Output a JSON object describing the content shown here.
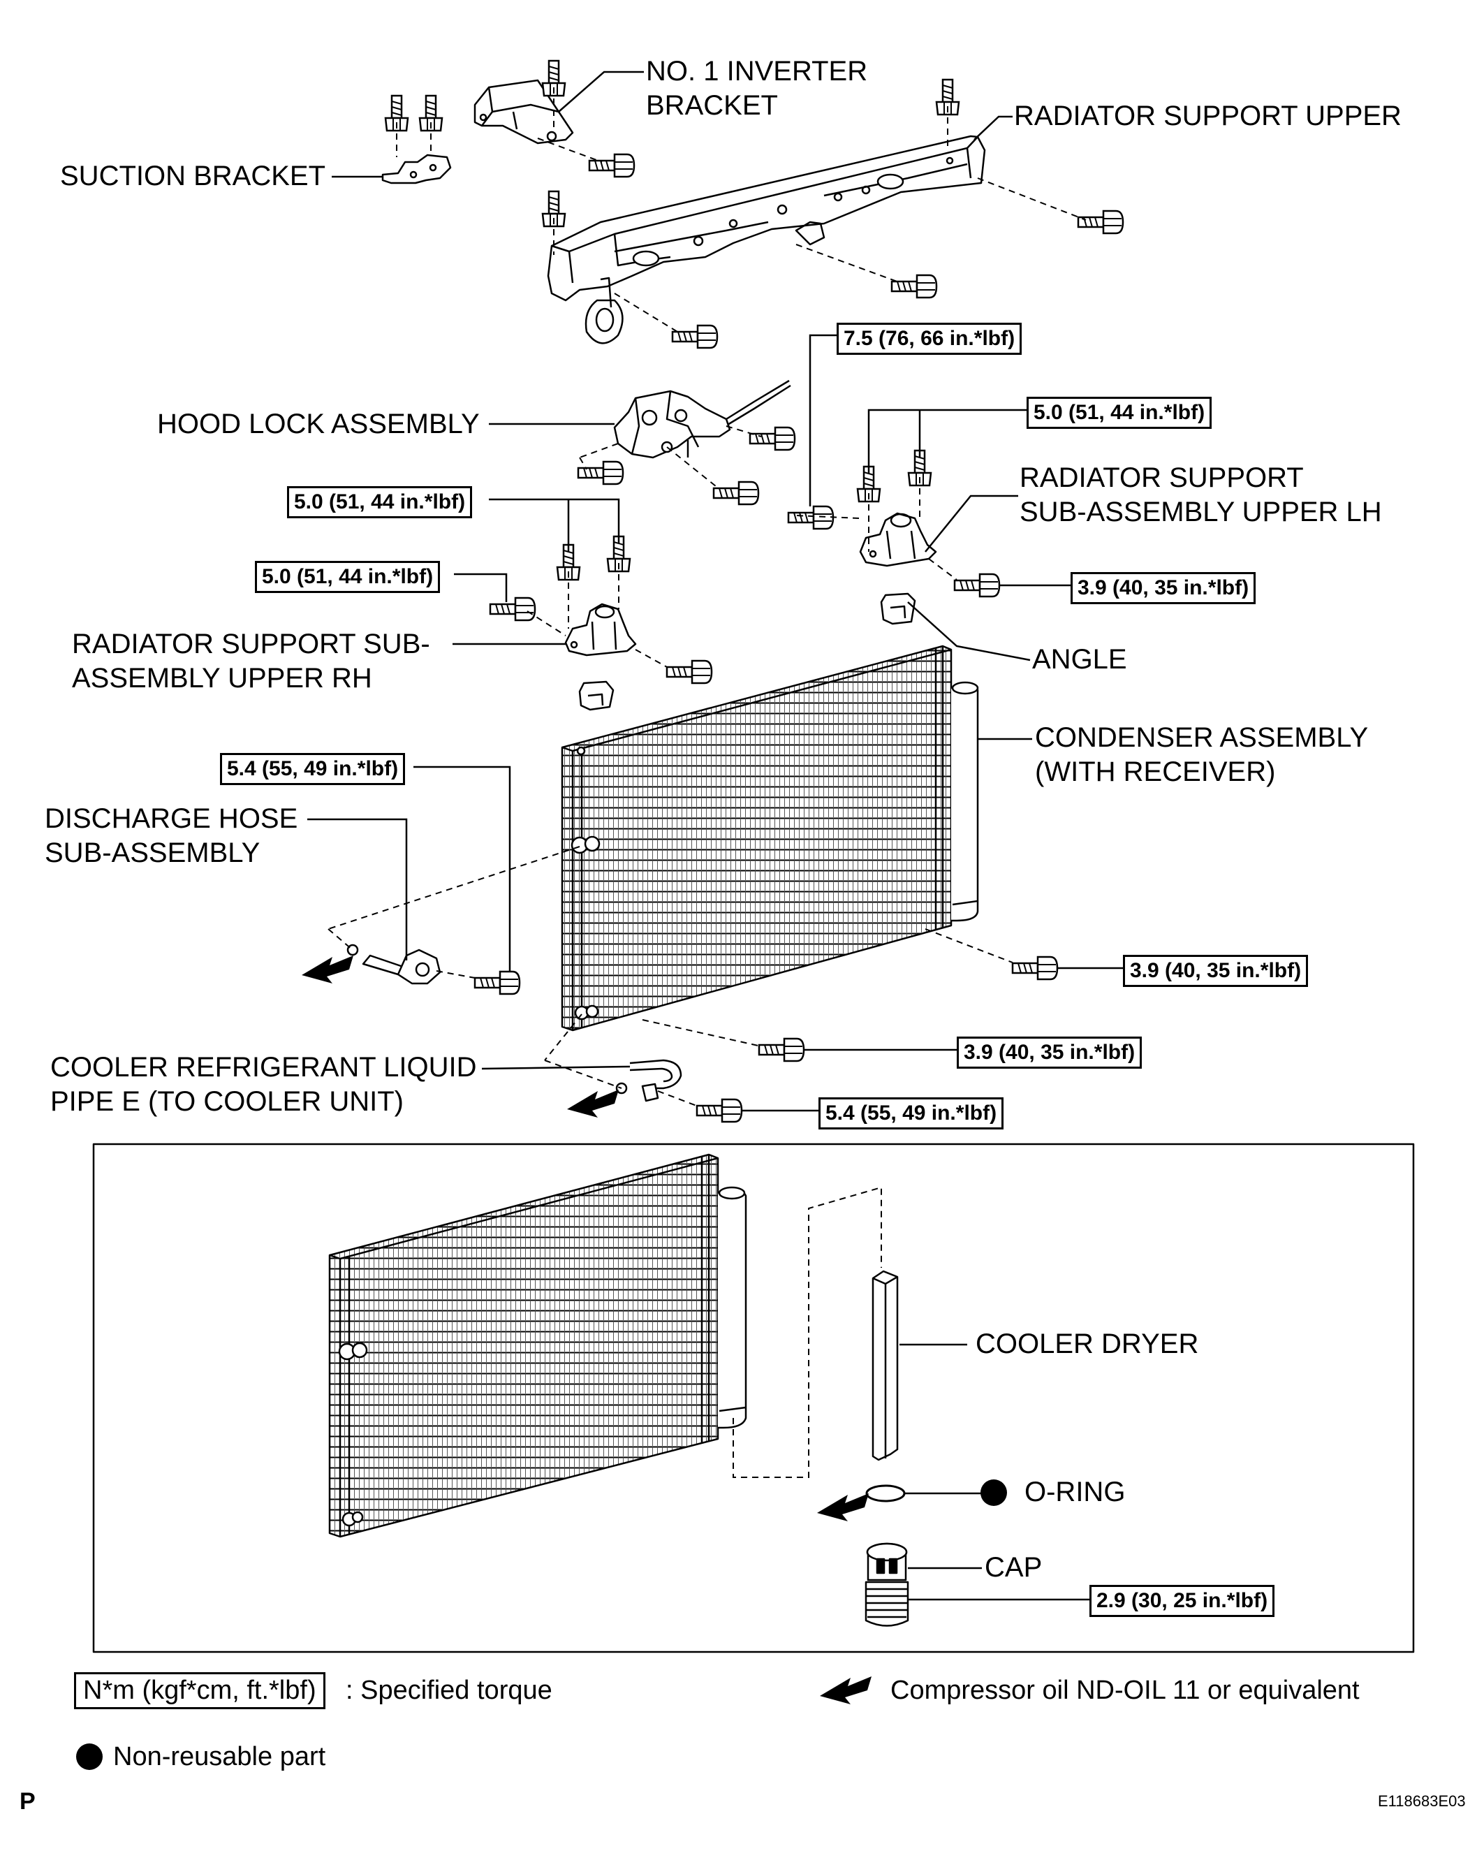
{
  "labels": {
    "no1_inverter_bracket": [
      "NO. 1 INVERTER",
      "BRACKET"
    ],
    "radiator_support_upper": "RADIATOR SUPPORT UPPER",
    "suction_bracket": "SUCTION BRACKET",
    "hood_lock_assembly": "HOOD LOCK ASSEMBLY",
    "radiator_support_upper_lh": [
      "RADIATOR SUPPORT",
      "SUB-ASSEMBLY UPPER LH"
    ],
    "radiator_support_upper_rh": [
      "RADIATOR SUPPORT SUB-",
      "ASSEMBLY UPPER RH"
    ],
    "angle": "ANGLE",
    "condenser_assembly": [
      "CONDENSER ASSEMBLY",
      "(WITH RECEIVER)"
    ],
    "discharge_hose": [
      "DISCHARGE HOSE",
      "SUB-ASSEMBLY"
    ],
    "cooler_refrigerant_pipe": [
      "COOLER REFRIGERANT LIQUID",
      "PIPE E (TO COOLER UNIT)"
    ],
    "cooler_dryer": "COOLER DRYER",
    "o_ring": "O-RING",
    "cap": "CAP"
  },
  "torques": {
    "t_7_5": "7.5 (76, 66 in.*lbf)",
    "t_5_0_lh": "5.0 (51, 44 in.*lbf)",
    "t_5_0_rh_top": "5.0 (51, 44 in.*lbf)",
    "t_5_0_rh_side": "5.0 (51, 44 in.*lbf)",
    "t_3_9_lh": "3.9 (40, 35 in.*lbf)",
    "t_5_4_discharge": "5.4 (55, 49 in.*lbf)",
    "t_3_9_right": "3.9 (40, 35 in.*lbf)",
    "t_3_9_bottom": "3.9 (40, 35 in.*lbf)",
    "t_5_4_pipe": "5.4 (55, 49 in.*lbf)",
    "t_2_9_cap": "2.9 (30, 25 in.*lbf)"
  },
  "legend": {
    "torque_unit": "N*m (kgf*cm, ft.*lbf)",
    "torque_desc": ": Specified torque",
    "oil_desc": "Compressor oil ND-OIL 11 or equivalent",
    "nonreusable_desc": "Non-reusable part"
  },
  "footer": {
    "page_letter": "P",
    "figure_id": "E118683E03"
  }
}
